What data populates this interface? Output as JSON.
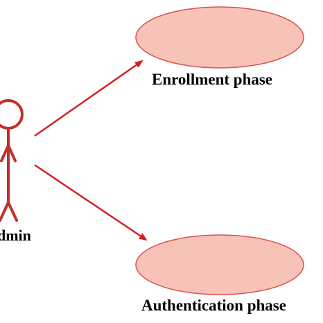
{
  "diagram": {
    "actor": {
      "label": "dmin"
    },
    "use_cases": [
      {
        "label": "Enrollment phase"
      },
      {
        "label": "Authentication phase"
      }
    ]
  },
  "colors": {
    "actor_stroke": "#c0302a",
    "arrow": "#d42020",
    "ellipse_fill": "#f7c3b8",
    "ellipse_stroke": "#d9534f",
    "text": "#000000"
  }
}
